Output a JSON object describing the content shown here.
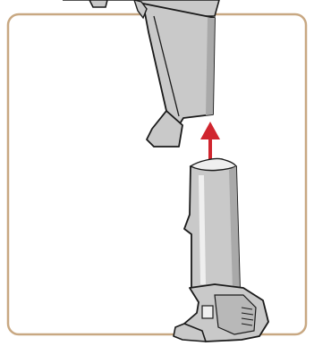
{
  "illustration": {
    "frame_color": "#c8a882",
    "outline_color": "#1a1a1a",
    "body_fill": "#c9c9c9",
    "body_shade": "#a9a9a9",
    "body_highlight": "#efefef",
    "arrow_color": "#d0252e",
    "icons": [
      "handheld-device-handle",
      "insert-direction-arrow",
      "battery-pack"
    ]
  }
}
